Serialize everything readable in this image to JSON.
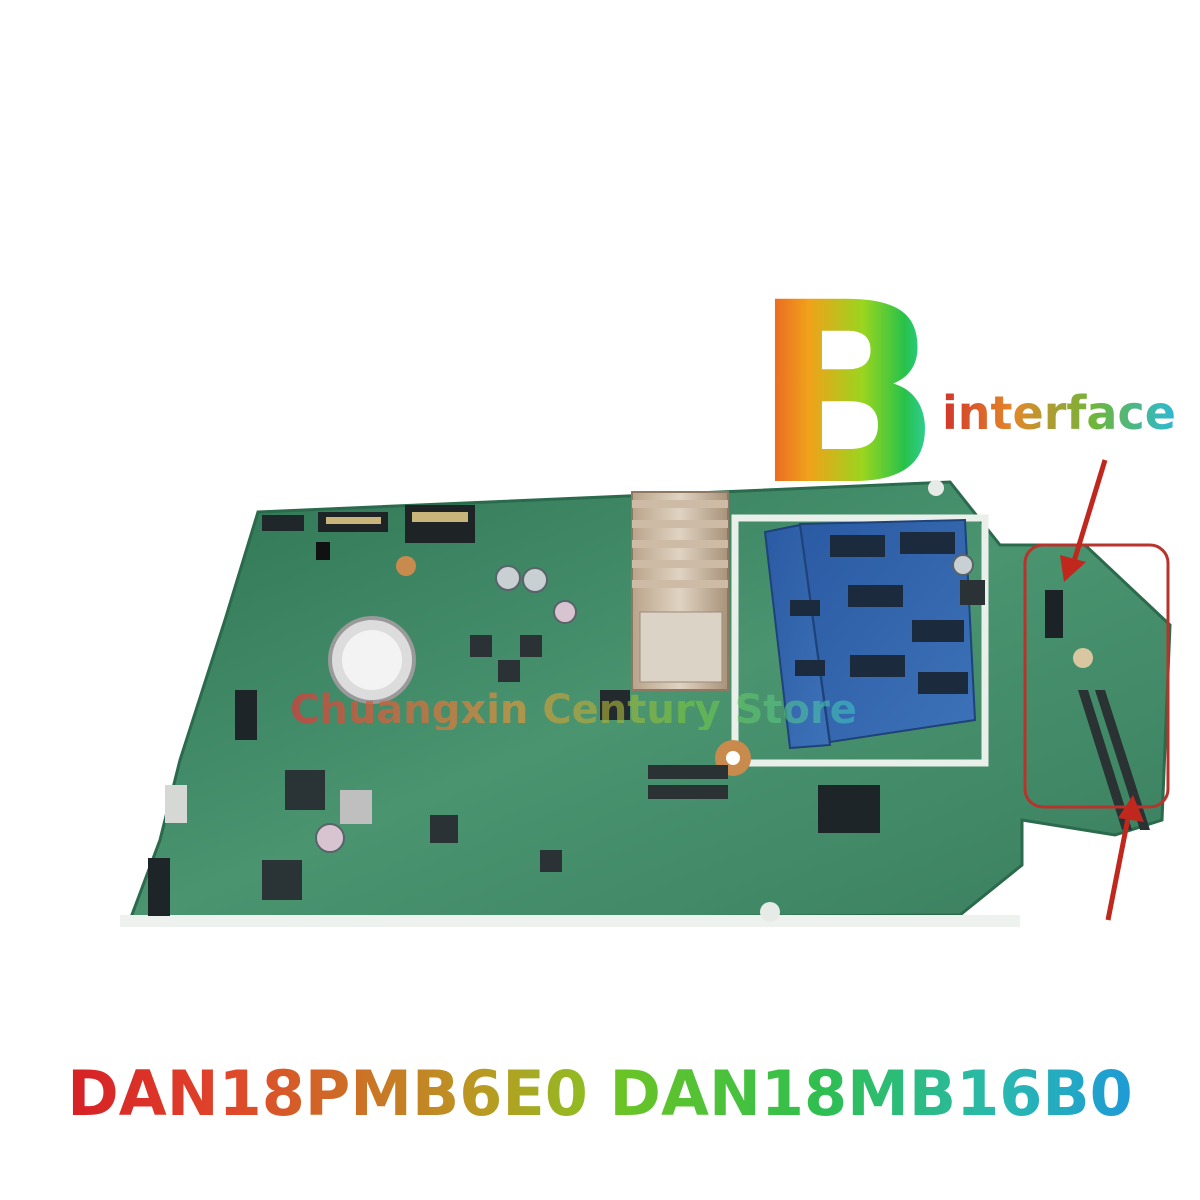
{
  "headline_letter": "B",
  "headline_word": "interface",
  "part_number_1": "DAN18PMB6E0",
  "part_number_2": "DAN18MB16B0",
  "watermark": "Chuangxin Century Store",
  "colors": {
    "board": "#3f8a63",
    "ram": "#2e5ea8",
    "arrow": "#c0281e",
    "highlight_box": "#b8332c"
  },
  "icons": [
    "motherboard-photo",
    "heatsink",
    "ram-module",
    "coin-battery",
    "arrow-icon"
  ]
}
